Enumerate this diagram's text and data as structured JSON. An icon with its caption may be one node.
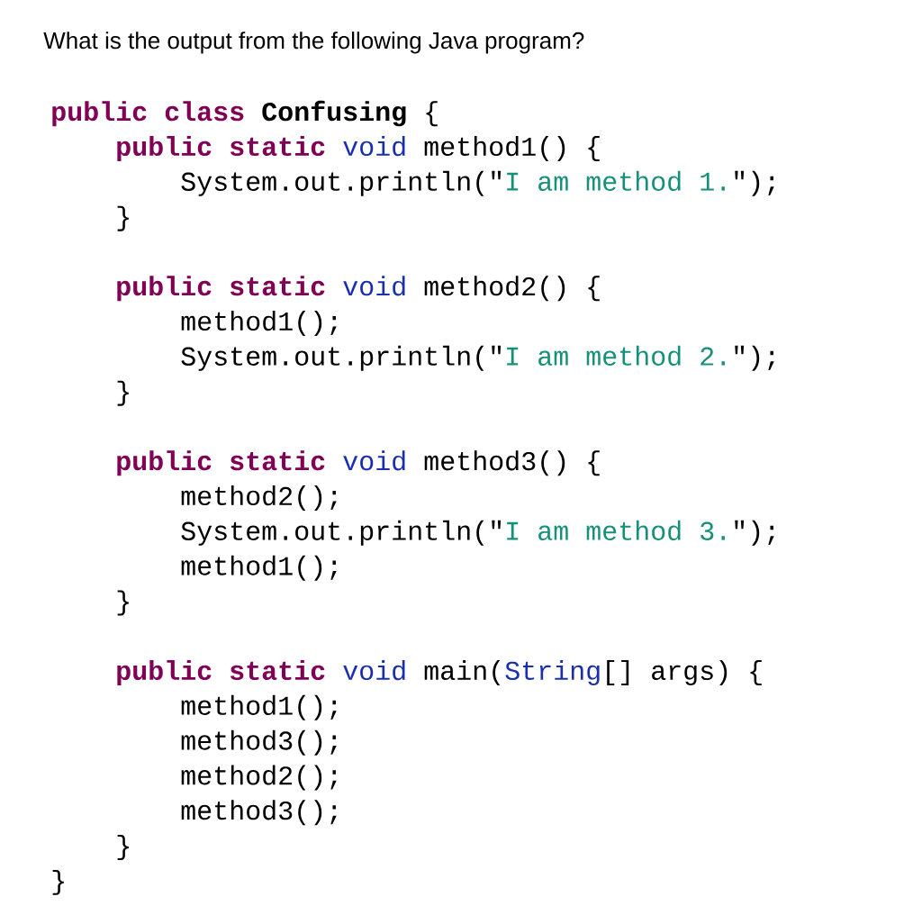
{
  "diagram": {
    "title": "What is the output from the following Java program?",
    "labels": [
      "public class",
      "Confusing",
      "{",
      "public static",
      "void",
      "method1() {",
      "System.out.println(\"",
      "I am method 1.",
      "\");",
      "}",
      "public static",
      "void",
      "method2() {",
      "method1();",
      "System.out.println(\"",
      "I am method 2.",
      "\");",
      "}",
      "public static",
      "void",
      "method3() {",
      "method2();",
      "System.out.println(\"",
      "I am method 3.",
      "\");",
      "method1();",
      "}",
      "public static",
      "void",
      "main(",
      "String",
      "[] args) {",
      "method1();",
      "method3();",
      "method2();",
      "method3();",
      "}",
      "}"
    ]
  }
}
